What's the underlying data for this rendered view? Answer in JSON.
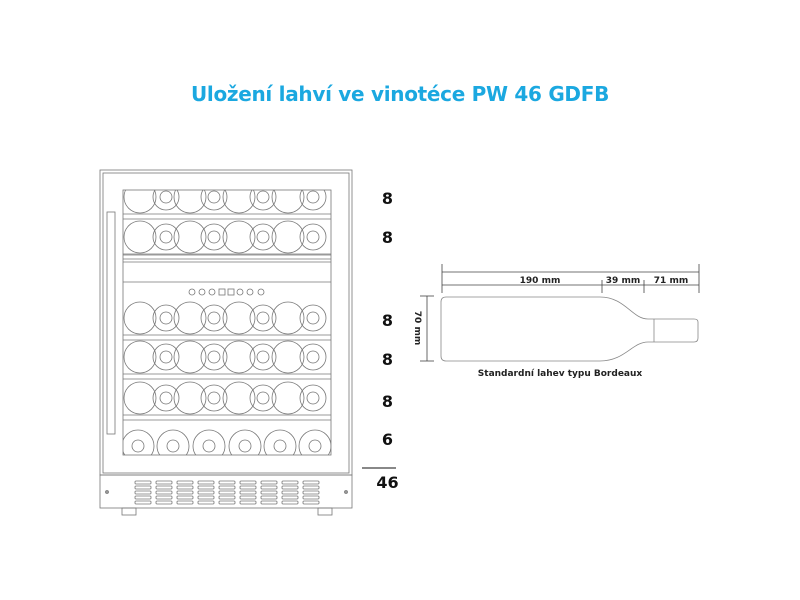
{
  "title": "Uložení lahví ve vinotéce PW 46 GDFB",
  "title_color": "#1ba8e0",
  "shelf_counts": [
    "8",
    "8",
    "8",
    "8",
    "8",
    "6"
  ],
  "total": "46",
  "bottle": {
    "caption": "Standardní lahev typu Bordeaux",
    "length_body": "190 mm",
    "length_shoulder": "39 mm",
    "length_neck": "71 mm",
    "diameter": "70 mm"
  }
}
